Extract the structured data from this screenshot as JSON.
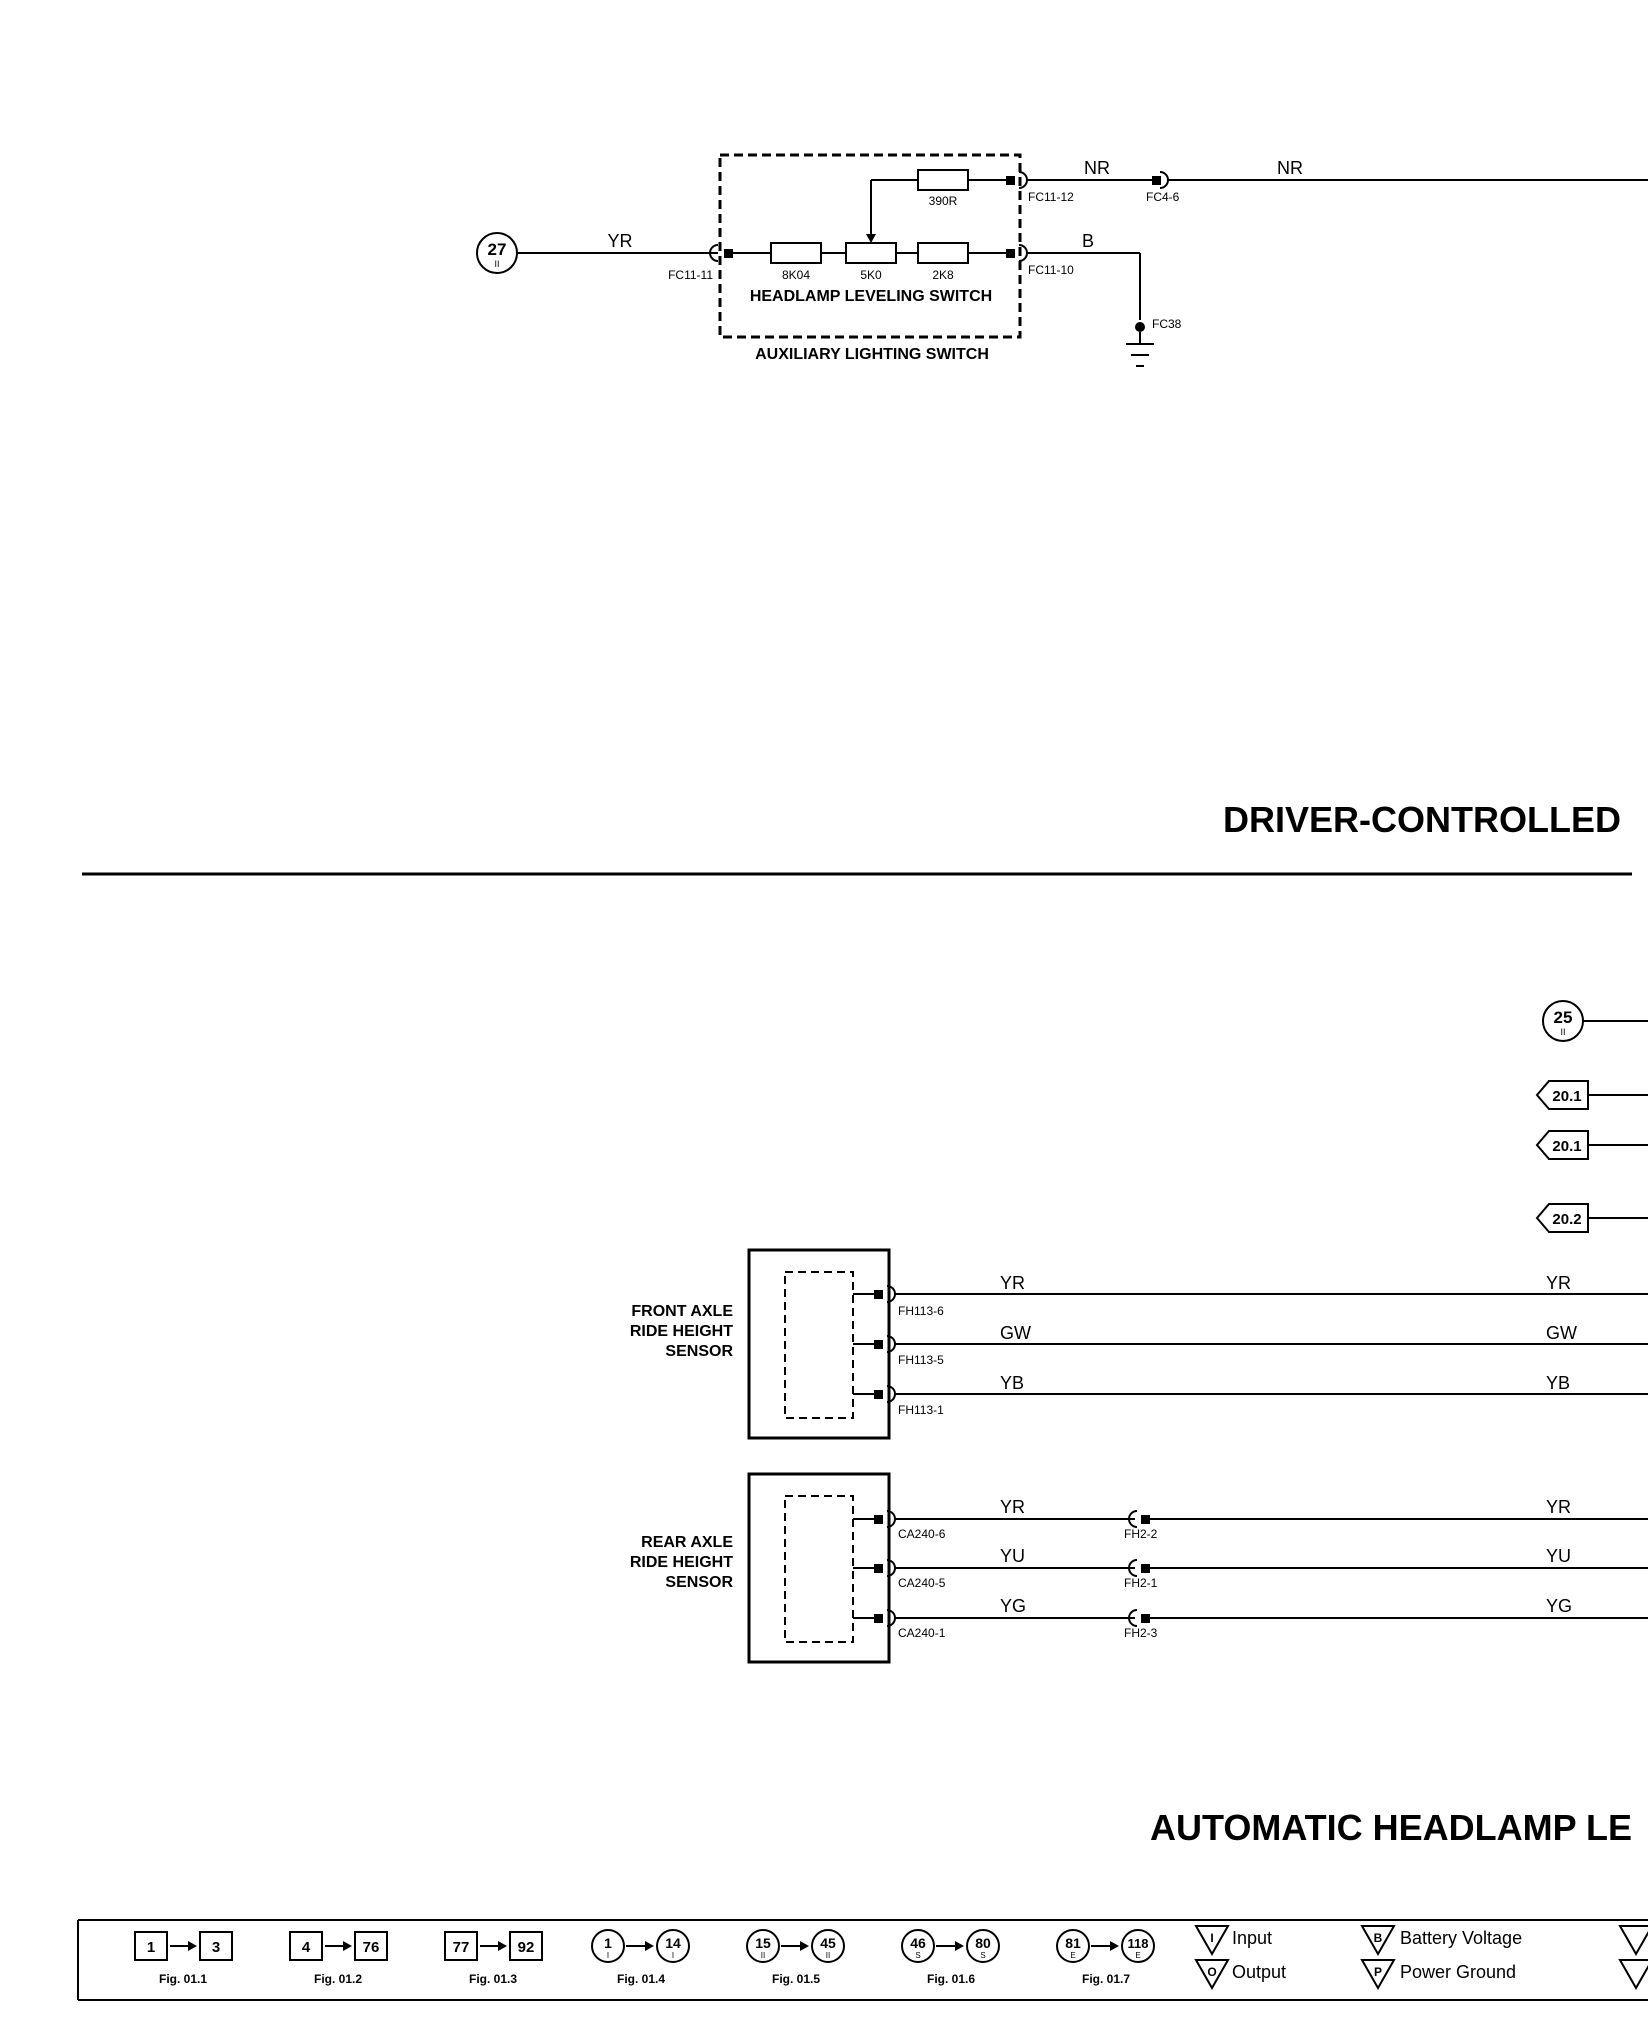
{
  "top_circuit": {
    "input_ref": {
      "num": "27",
      "sub": "II"
    },
    "wire_in": "YR",
    "conn_in": "FC11-11",
    "resistors": [
      "8K04",
      "5K0",
      "2K8"
    ],
    "resistor_top": "390R",
    "inner_label": "HEADLAMP LEVELING SWITCH",
    "outer_label": "AUXILIARY LIGHTING SWITCH",
    "conn_out_top": "FC11-12",
    "conn_out_bottom": "FC11-10",
    "wire_out_top_1": "NR",
    "wire_out_top_2": "NR",
    "conn_mid_top": "FC4-6",
    "wire_out_bottom": "B",
    "ground": "FC38"
  },
  "section_titles": {
    "driver": "DRIVER-CONTROLLED",
    "automatic": "AUTOMATIC HEADLAMP LE"
  },
  "refs": {
    "circle_25": {
      "num": "25",
      "sub": "II"
    },
    "tags": [
      "20.1",
      "20.1",
      "20.2"
    ]
  },
  "front_sensor": {
    "label_lines": [
      "FRONT AXLE",
      "RIDE HEIGHT",
      "SENSOR"
    ],
    "pins": [
      "FH113-6",
      "FH113-5",
      "FH113-1"
    ],
    "wires_left": [
      "YR",
      "GW",
      "YB"
    ],
    "wires_right": [
      "YR",
      "GW",
      "YB"
    ]
  },
  "rear_sensor": {
    "label_lines": [
      "REAR AXLE",
      "RIDE HEIGHT",
      "SENSOR"
    ],
    "pins": [
      "CA240-6",
      "CA240-5",
      "CA240-1"
    ],
    "mid_conns": [
      "FH2-2",
      "FH2-1",
      "FH2-3"
    ],
    "wires_left": [
      "YR",
      "YU",
      "YG"
    ],
    "wires_right": [
      "YR",
      "YU",
      "YG"
    ]
  },
  "legend": {
    "items": [
      {
        "from": "1",
        "to": "3",
        "fig": "Fig. 01.1",
        "shape": "box"
      },
      {
        "from": "4",
        "to": "76",
        "fig": "Fig. 01.2",
        "shape": "box"
      },
      {
        "from": "77",
        "to": "92",
        "fig": "Fig. 01.3",
        "shape": "box"
      },
      {
        "from": "1",
        "from_sub": "I",
        "to": "14",
        "to_sub": "I",
        "fig": "Fig. 01.4",
        "shape": "circle"
      },
      {
        "from": "15",
        "from_sub": "II",
        "to": "45",
        "to_sub": "II",
        "fig": "Fig. 01.5",
        "shape": "circle"
      },
      {
        "from": "46",
        "from_sub": "S",
        "to": "80",
        "to_sub": "S",
        "fig": "Fig. 01.6",
        "shape": "circle"
      },
      {
        "from": "81",
        "from_sub": "E",
        "to": "118",
        "to_sub": "E",
        "fig": "Fig. 01.7",
        "shape": "circle"
      }
    ],
    "symbols": [
      {
        "letter": "I",
        "label": "Input"
      },
      {
        "letter": "O",
        "label": "Output"
      },
      {
        "letter": "B",
        "label": "Battery Voltage"
      },
      {
        "letter": "P",
        "label": "Power Ground"
      }
    ]
  }
}
